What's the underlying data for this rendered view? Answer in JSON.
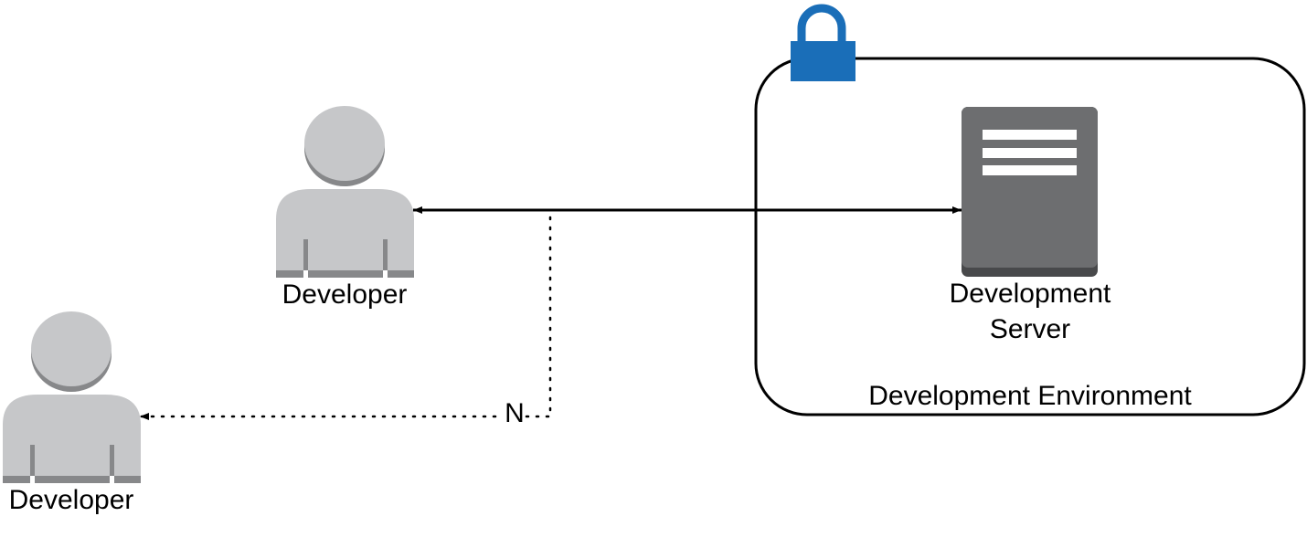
{
  "colors": {
    "person_light": "#c6c7c9",
    "person_dark": "#87888a",
    "server_body": "#6d6e70",
    "server_base": "#48494b",
    "server_lines": "#ffffff",
    "lock": "#1a6eb8",
    "stroke": "#000000"
  },
  "nodes": {
    "developer_main": {
      "label": "Developer",
      "icon": "user-icon"
    },
    "developer_secondary": {
      "label": "Developer",
      "icon": "user-icon"
    },
    "server": {
      "label_line1": "Development",
      "label_line2": "Server",
      "icon": "server-icon"
    }
  },
  "environment": {
    "label": "Development Environment",
    "icon": "lock-icon"
  },
  "edges": {
    "server_link": {
      "style": "solid",
      "direction": "bidirectional"
    },
    "notification": {
      "label": "N",
      "style": "dotted"
    }
  }
}
